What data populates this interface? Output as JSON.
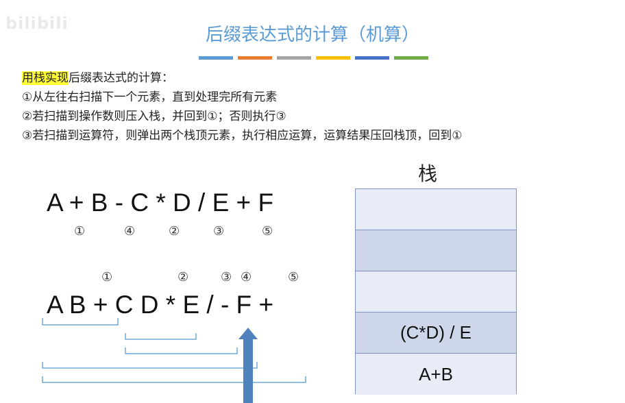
{
  "logo": "bilibili",
  "title": "后缀表达式的计算（机算）",
  "colorbar": [
    "#5b9bd5",
    "#ed7d31",
    "#a5a5a5",
    "#ffc000",
    "#4472c4",
    "#70ad47"
  ],
  "intro": {
    "highlight": "用栈实现",
    "rest": "后缀表达式的计算：",
    "step1": "①从左往右扫描下一个元素，直到处理完所有元素",
    "step2": "②若扫描到操作数则压入栈，并回到①；否则执行③",
    "step3": "③若扫描到运算符，则弹出两个栈顶元素，执行相应运算，运算结果压回栈顶，回到①"
  },
  "infix": {
    "expression": "A + B - C * D / E + F",
    "order_marks": [
      "①",
      "④",
      "②",
      "③",
      "⑤"
    ]
  },
  "postfix": {
    "expression": "A B + C D * E / - F +",
    "order_marks": [
      "①",
      "②",
      "③",
      "④",
      "⑤"
    ]
  },
  "stack": {
    "label": "栈",
    "cells": [
      "",
      "",
      "",
      "(C*D)  /  E",
      "A+B"
    ]
  }
}
